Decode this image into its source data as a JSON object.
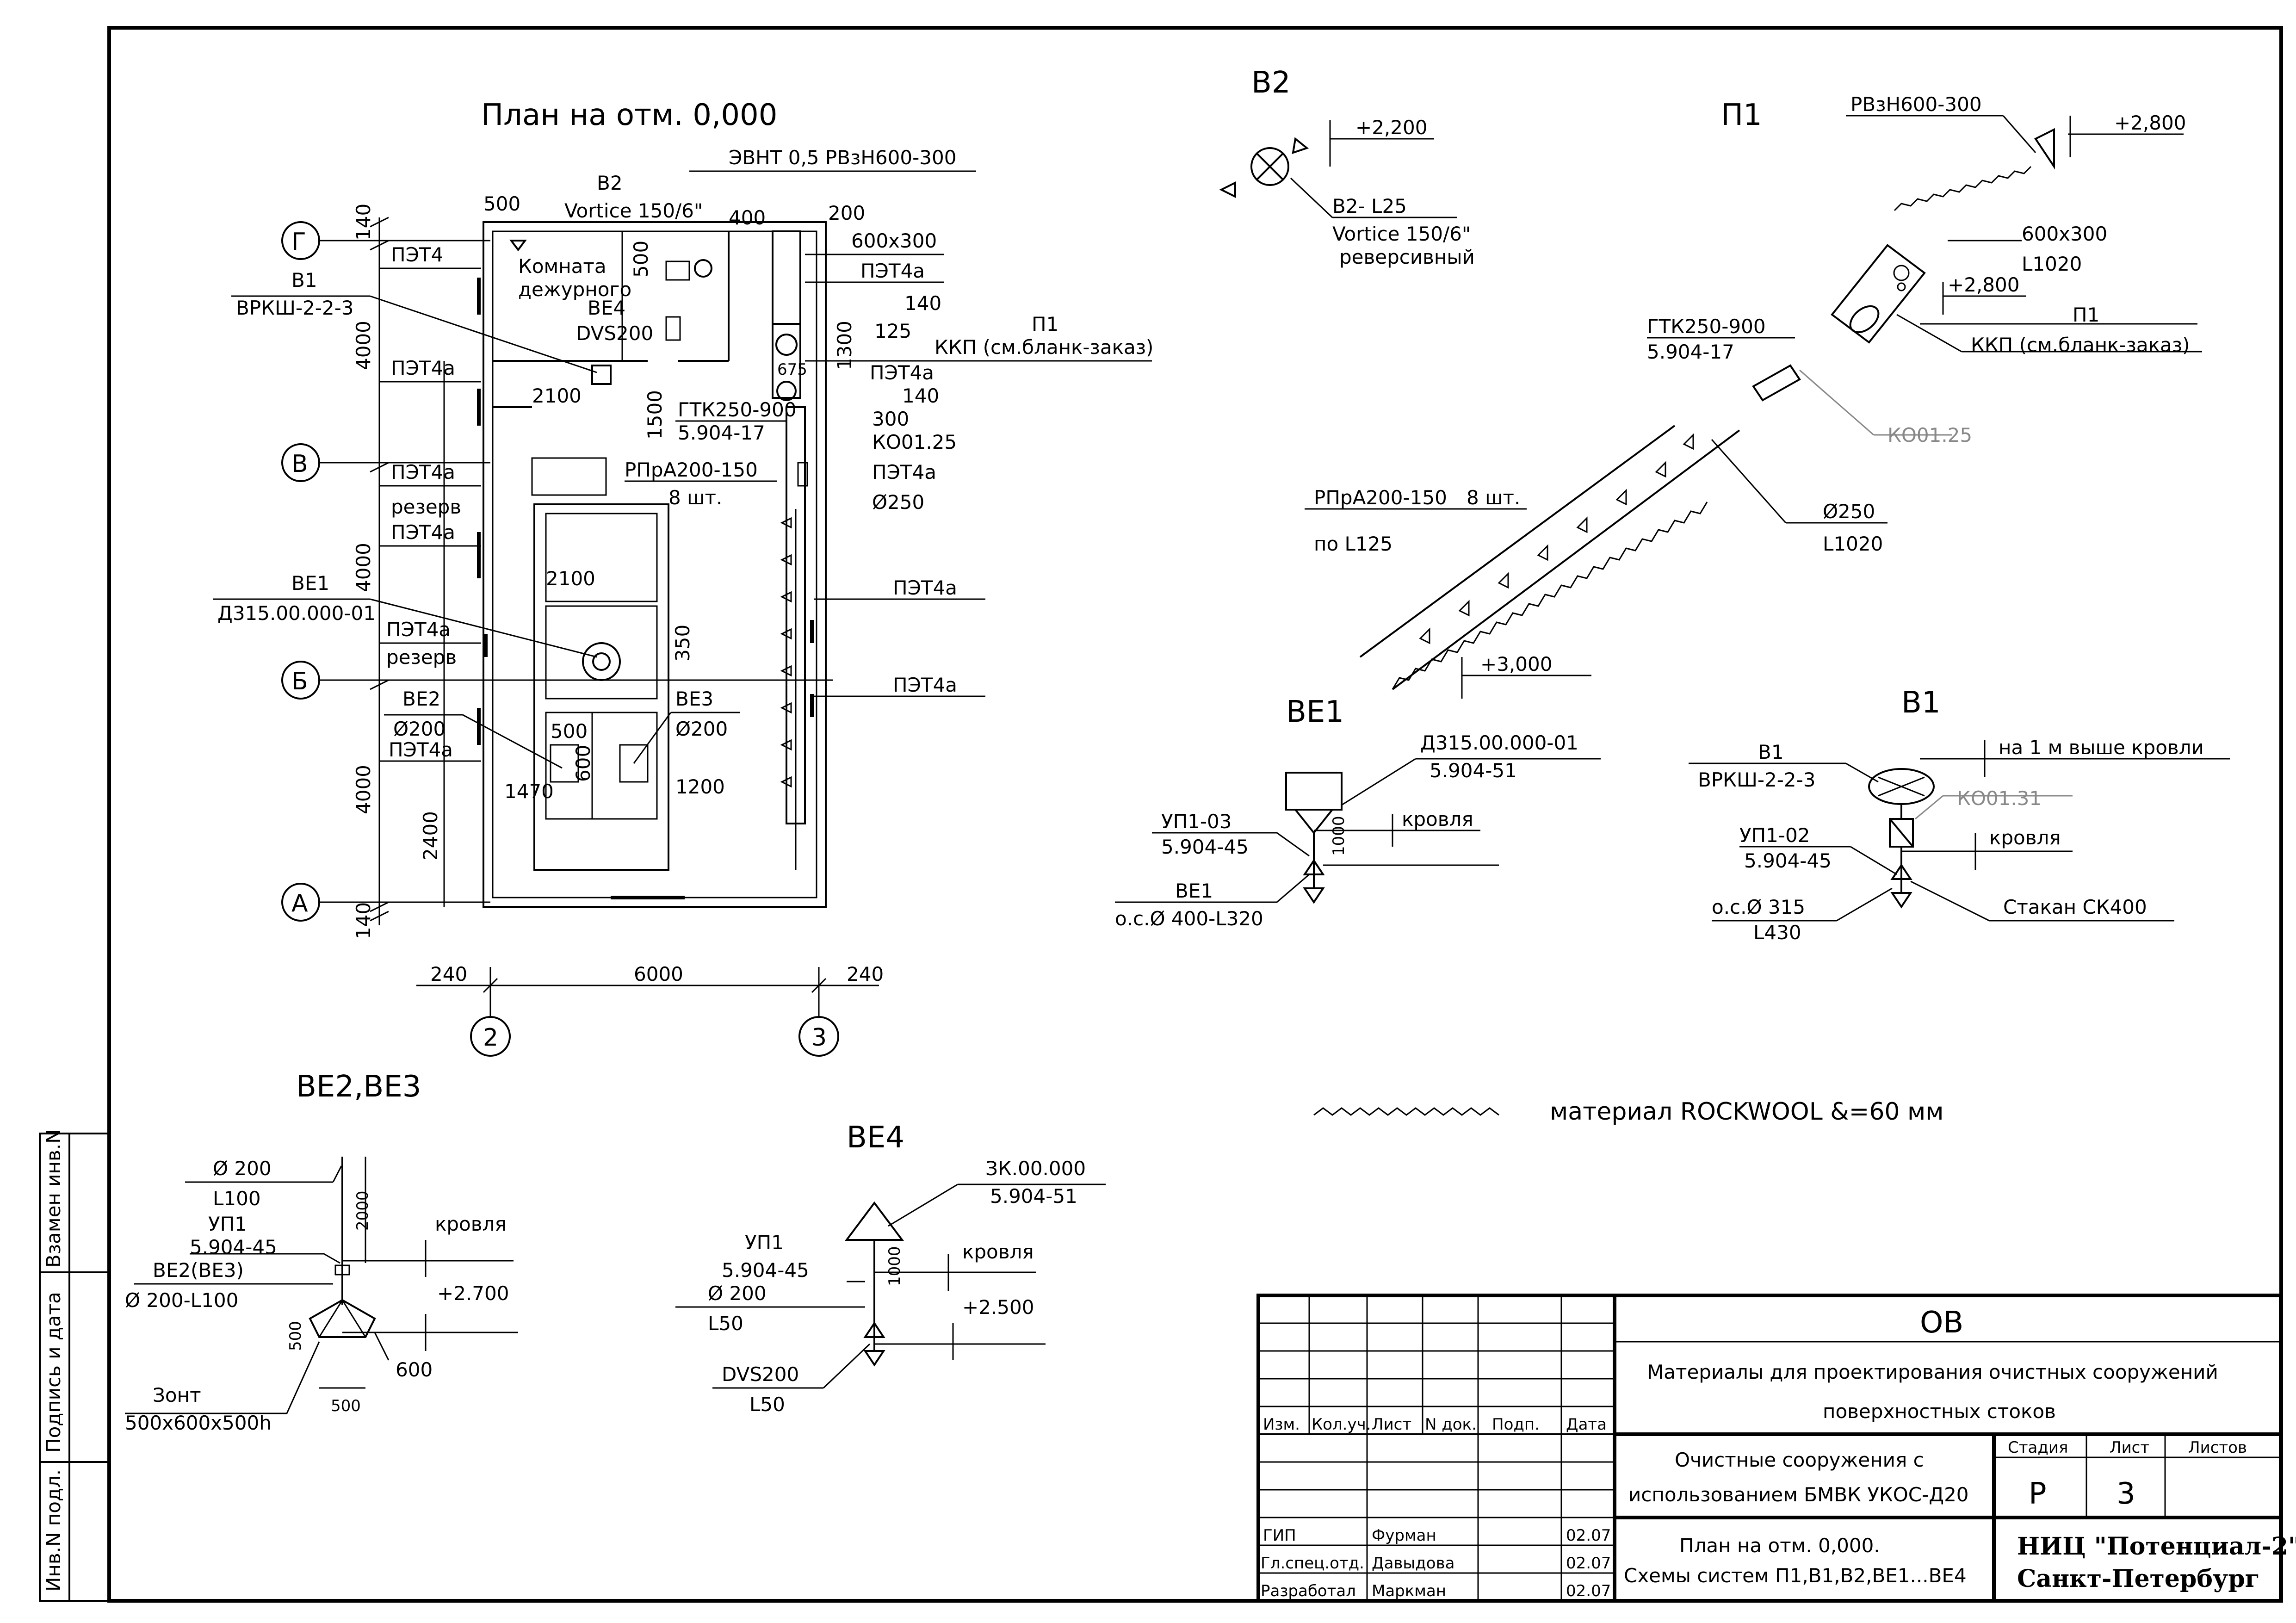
{
  "plan": {
    "title": "План на отм. 0,000",
    "axes": {
      "g": "Г",
      "v": "В",
      "b": "Б",
      "a": "А",
      "c2": "2",
      "c3": "3"
    },
    "dims": {
      "d140a": "140",
      "d4000a": "4000",
      "d4000b": "4000",
      "d4000c": "4000",
      "d140b": "140",
      "d240a": "240",
      "d6000": "6000",
      "d240b": "240",
      "d500": "500",
      "d400": "400",
      "d200": "200",
      "d500b": "500",
      "d2100a": "2100",
      "d1500": "1500",
      "d1300": "1300",
      "d2100b": "2100",
      "d350": "350",
      "d2400": "2400",
      "d1470": "1470",
      "d1200": "1200",
      "d500c": "500",
      "d600": "600",
      "d140c": "140",
      "d125": "125",
      "d675": "675",
      "d140d": "140",
      "d300": "300"
    },
    "labels": {
      "evnt": "ЭВНТ 0,5 РВзН600-300",
      "v2": "В2",
      "vortice": "Vortice 150/6\"",
      "room1": "Комната",
      "room2": "дежурного",
      "ve4": "ВЕ4",
      "dvs": "DVS200",
      "pet4": "ПЭТ4",
      "v1": "В1",
      "vrksh": "ВРКШ-2-2-3",
      "pet4a_1": "ПЭТ4а",
      "pet4a_2": "ПЭТ4а",
      "rez1": "резерв",
      "pet4a_3": "ПЭТ4а",
      "ve1": "ВЕ1",
      "d315": "Д315.00.000-01",
      "pet4a_4": "ПЭТ4а",
      "rez2": "резерв",
      "ve2": "ВЕ2",
      "d200a": "Ø200",
      "pet4a_5": "ПЭТ4а",
      "ve3": "ВЕ3",
      "d200b": "Ø200",
      "s600": "600х300",
      "pet4a_r1": "ПЭТ4а",
      "p1": "П1",
      "kkp": "ККП (см.бланк-заказ)",
      "pet4a_r2": "ПЭТ4а",
      "gtk": "ГТК250-900",
      "gtk2": "5.904-17",
      "ko": "КО01.25",
      "pet4a_r3": "ПЭТ4а",
      "rpr": "РПрА200-150",
      "sht": "8 шт.",
      "d250": "Ø250",
      "pet4a_r4": "ПЭТ4а",
      "pet4a_r5": "ПЭТ4а"
    }
  },
  "v2": {
    "title": "В2",
    "level": "+2,200",
    "l1": "В2- L25",
    "l2": "Vortice 150/6\"",
    "l3": "реверсивный"
  },
  "p1": {
    "title": "П1",
    "rvz": "РВзН600-300",
    "lev1": "+2,800",
    "s600": "600х300",
    "l1020a": "L1020",
    "lev2": "+2,800",
    "p1": "П1",
    "kkp": "ККП (см.бланк-заказ)",
    "gtk": "ГТК250-900",
    "gtk2": "5.904-17",
    "ko": "КО01.25",
    "rpr": "РПрА200-150",
    "sht": "8 шт.",
    "po": "по L125",
    "d250": "Ø250",
    "l1020b": "L1020",
    "lev3": "+3,000"
  },
  "ve1": {
    "title": "ВЕ1",
    "d315": "Д315.00.000-01",
    "d315b": "5.904-51",
    "up": "УП1-03",
    "upb": "5.904-45",
    "krov": "кровля",
    "d1000": "1000",
    "ve1": "ВЕ1",
    "os": "о.с.Ø 400-L320"
  },
  "b1": {
    "title": "В1",
    "v1": "В1",
    "vrksh": "ВРКШ-2-2-3",
    "above": "на 1 м выше кровли",
    "ko": "КО01.31",
    "up": "УП1-02",
    "upb": "5.904-45",
    "krov": "кровля",
    "os": "о.с.Ø 315",
    "l430": "L430",
    "stakan": "Стакан СК400"
  },
  "ve23": {
    "title": "ВЕ2,ВЕ3",
    "d200": "Ø 200",
    "l100": "L100",
    "d2000": "2000",
    "up": "УП1",
    "upb": "5.904-45",
    "krov": "кровля",
    "ve": "ВЕ2(ВЕ3)",
    "d200l": "Ø 200-L100",
    "lev": "+2.700",
    "d500": "500",
    "d600": "600",
    "d500b": "500",
    "zont": "Зонт",
    "zontd": "500х600х500h"
  },
  "ve4": {
    "title": "ВЕ4",
    "zk": "ЗК.00.000",
    "zkb": "5.904-51",
    "up": "УП1",
    "upb": "5.904-45",
    "d200": "Ø 200",
    "l50": "L50",
    "d1000": "1000",
    "krov": "кровля",
    "lev": "+2.500",
    "dvs": "DVS200",
    "l50b": "L50"
  },
  "legend": {
    "text": "материал ROCKWOOL &=60 мм"
  },
  "stamp": {
    "side1": "Инв.N подл.",
    "side2": "Подпись и дата",
    "side3": "Взамен инв.N",
    "h_izm": "Изм.",
    "h_kol": "Кол.уч.",
    "h_list": "Лист",
    "h_ndok": "N док.",
    "h_podp": "Подп.",
    "h_data": "Дата",
    "r1": "ГИП",
    "n1": "Фурман",
    "d1": "02.07",
    "r2": "Гл.спец.отд.",
    "n2": "Давыдова",
    "d2": "02.07",
    "r3": "Разработал",
    "n3": "Маркман",
    "d3": "02.07",
    "code": "ОВ",
    "title1": "Материалы для проектирования очистных сооружений",
    "title2": "поверхностных стоков",
    "obj1": "Очистные сооружения с",
    "obj2": "использованием БМВК УКОС-Д20",
    "h_stadiya": "Стадия",
    "h_list2": "Лист",
    "h_listov": "Листов",
    "stadiya": "Р",
    "list": "3",
    "listov": "",
    "sheet1": "План на отм. 0,000.",
    "sheet2": "Схемы систем П1,В1,В2,ВЕ1...ВЕ4",
    "org1": "НИЦ \"Потенциал-2\"",
    "org2": "Санкт-Петербург"
  }
}
